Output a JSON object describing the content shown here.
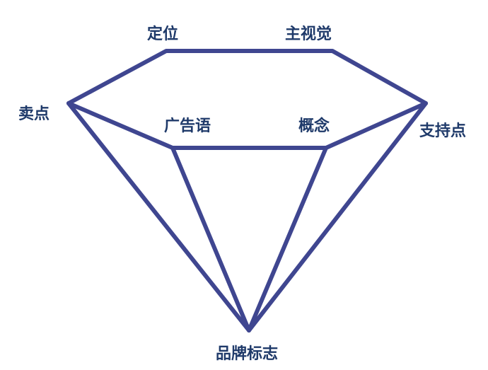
{
  "diagram": {
    "type": "diamond-facet",
    "line_color": "#3f4690",
    "label_color": "#1f3a6a",
    "labels": {
      "top_left": "定位",
      "top_right": "主视觉",
      "left": "卖点",
      "right": "支持点",
      "inner_left": "广告语",
      "inner_right": "概念",
      "bottom": "品牌标志"
    }
  }
}
